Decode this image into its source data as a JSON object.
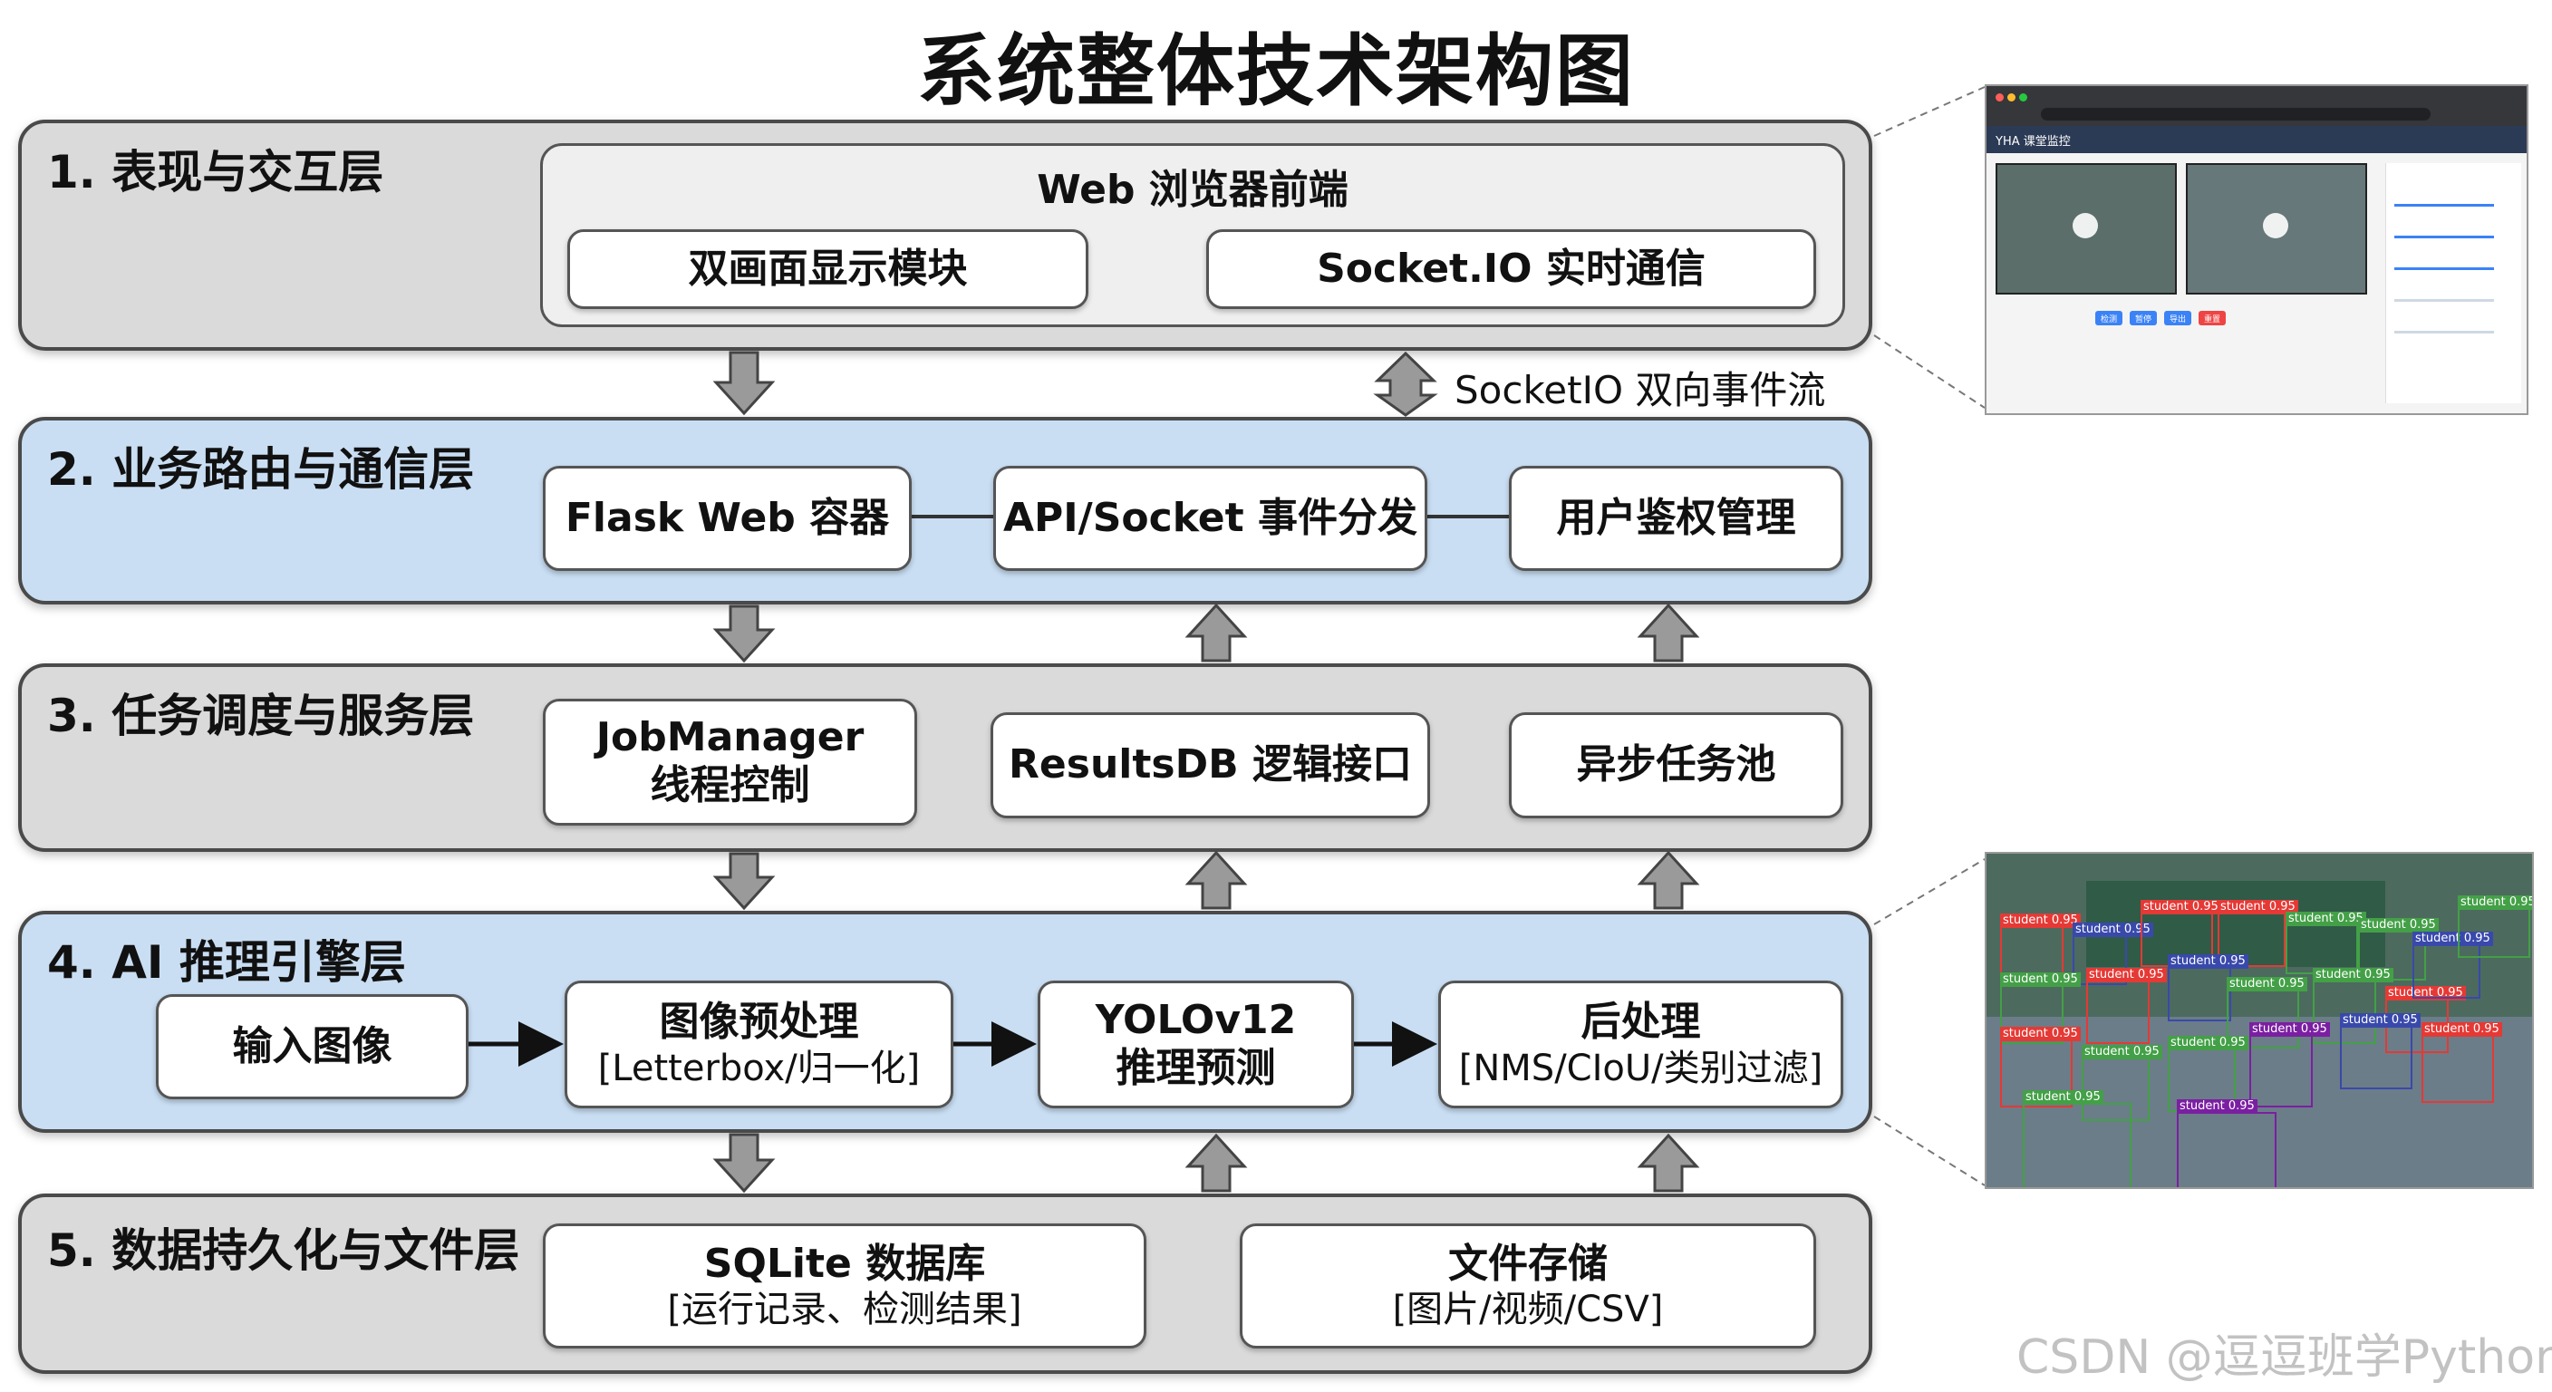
{
  "title": "系统整体技术架构图",
  "layers": {
    "l1": {
      "title": "1. 表现与交互层",
      "frame_title": "Web 浏览器前端",
      "modules": [
        "双画面显示模块",
        "Socket.IO 实时通信"
      ]
    },
    "l2": {
      "title": "2. 业务路由与通信层",
      "modules": [
        "Flask Web 容器",
        "API/Socket 事件分发",
        "用户鉴权管理"
      ]
    },
    "l3": {
      "title": "3. 任务调度与服务层",
      "modules": [
        {
          "line1": "JobManager",
          "line2": "线程控制"
        },
        {
          "line1": "ResultsDB 逻辑接口"
        },
        {
          "line1": "异步任务池"
        }
      ]
    },
    "l4": {
      "title": "4. AI 推理引擎层",
      "modules": [
        {
          "line1": "输入图像"
        },
        {
          "line1": "图像预处理",
          "line2": "[Letterbox/归一化]"
        },
        {
          "line1": "YOLOv12",
          "line2": "推理预测"
        },
        {
          "line1": "后处理",
          "line2": "[NMS/CIoU/类别过滤]"
        }
      ]
    },
    "l5": {
      "title": "5. 数据持久化与文件层",
      "modules": [
        {
          "line1": "SQLite 数据库",
          "line2": "[运行记录、检测结果]"
        },
        {
          "line1": "文件存储",
          "line2": "[图片/视频/CSV]"
        }
      ]
    }
  },
  "connector_label": "SocketIO 双向事件流",
  "screenshot": {
    "header": "YHA 课堂监控",
    "buttons": [
      "检测",
      "暂停",
      "导出",
      "重置"
    ],
    "detection_label": "student 0.95"
  },
  "watermark": "CSDN @逗逗班学Python",
  "colors": {
    "layer_gray": "#dadada",
    "layer_blue": "#c9def3",
    "border": "#4a4a4a",
    "arrow_fill": "#9a9a9a"
  }
}
